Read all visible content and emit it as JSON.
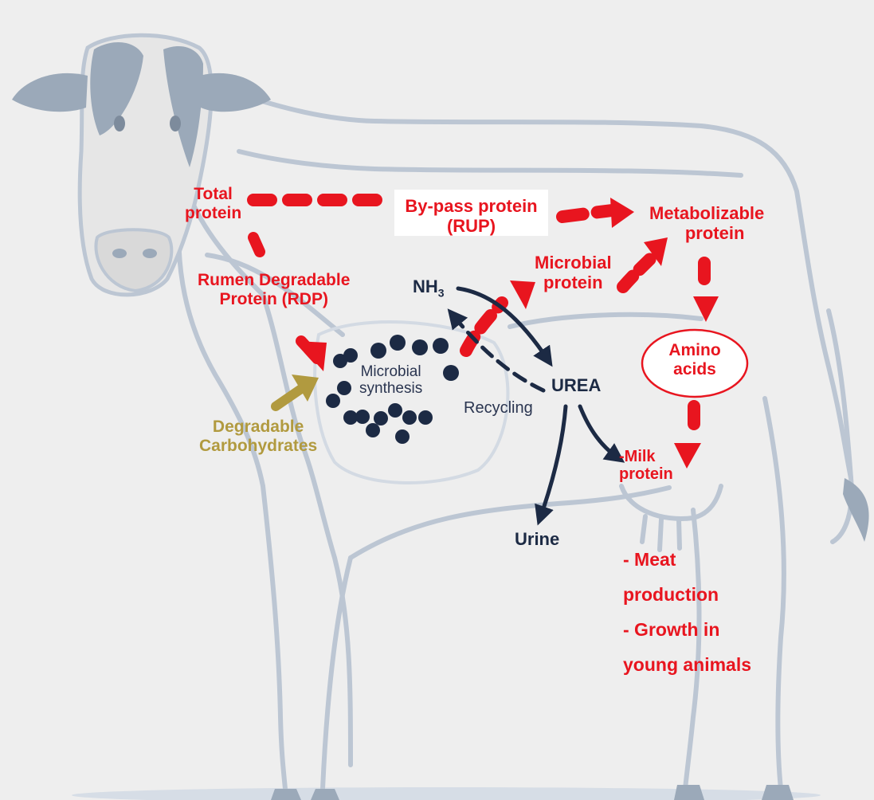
{
  "labels": {
    "total_protein": [
      "Total",
      "protein"
    ],
    "bypass_protein": [
      "By-pass protein",
      "(RUP)"
    ],
    "metabolizable_protein": [
      "Metabolizable",
      "protein"
    ],
    "rdp": [
      "Rumen Degradable",
      "Protein (RDP)"
    ],
    "nh3_main": "NH",
    "nh3_sub": "3",
    "microbial_protein": [
      "Microbial",
      "protein"
    ],
    "microbial_synthesis": [
      "Microbial",
      "synthesis"
    ],
    "amino_acids": [
      "Amino",
      "acids"
    ],
    "degradable_carbohydrates": [
      "Degradable",
      "Carbohydrates"
    ],
    "recycling": "Recycling",
    "urea": "UREA",
    "milk_protein": [
      "-Milk",
      "protein"
    ],
    "urine": "Urine",
    "outcomes": [
      "- Meat",
      "production",
      "- Growth in",
      "young animals"
    ]
  },
  "colors": {
    "background": "#eeeeee",
    "cow_outline": "#bcc6d3",
    "cow_patch": "#9ba9b9",
    "accent_red": "#e8151f",
    "navy": "#1c2a44",
    "gold": "#b19a3f",
    "box_white": "#ffffff"
  }
}
